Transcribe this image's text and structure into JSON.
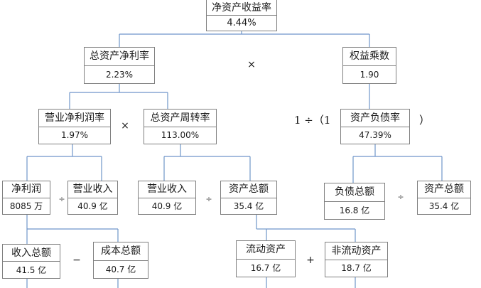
{
  "nodes": {
    "roe": {
      "label": "净资产收益率",
      "value": "4.44%"
    },
    "roa": {
      "label": "总资产净利率",
      "value": "2.23%"
    },
    "equity_multiplier": {
      "label": "权益乘数",
      "value": "1.90"
    },
    "net_margin": {
      "label": "营业净利润率",
      "value": "1.97%"
    },
    "asset_turnover": {
      "label": "总资产周转率",
      "value": "113.00%"
    },
    "debt_ratio": {
      "label": "资产负债率",
      "value": "47.39%"
    },
    "net_profit": {
      "label": "净利润",
      "value": "8085 万"
    },
    "revenue_a": {
      "label": "营业收入",
      "value": "40.9 亿"
    },
    "revenue_b": {
      "label": "营业收入",
      "value": "40.9 亿"
    },
    "total_assets_a": {
      "label": "资产总额",
      "value": "35.4 亿"
    },
    "total_liabilities": {
      "label": "负债总额",
      "value": "16.8 亿"
    },
    "total_assets_b": {
      "label": "资产总额",
      "value": "35.4 亿"
    },
    "total_income": {
      "label": "收入总额",
      "value": "41.5 亿"
    },
    "total_cost": {
      "label": "成本总额",
      "value": "40.7 亿"
    },
    "current_assets": {
      "label": "流动资产",
      "value": "16.7 亿"
    },
    "noncurrent_assets": {
      "label": "非流动资产",
      "value": "18.7 亿"
    }
  },
  "operators": {
    "multiply_top": "×",
    "multiply_mid": "×",
    "divide_net_profit": "÷",
    "divide_turnover": "÷",
    "divide_debt": "÷",
    "minus": "−",
    "plus": "+"
  },
  "formula": {
    "prefix": "1 ÷（1",
    "suffix": "）"
  }
}
